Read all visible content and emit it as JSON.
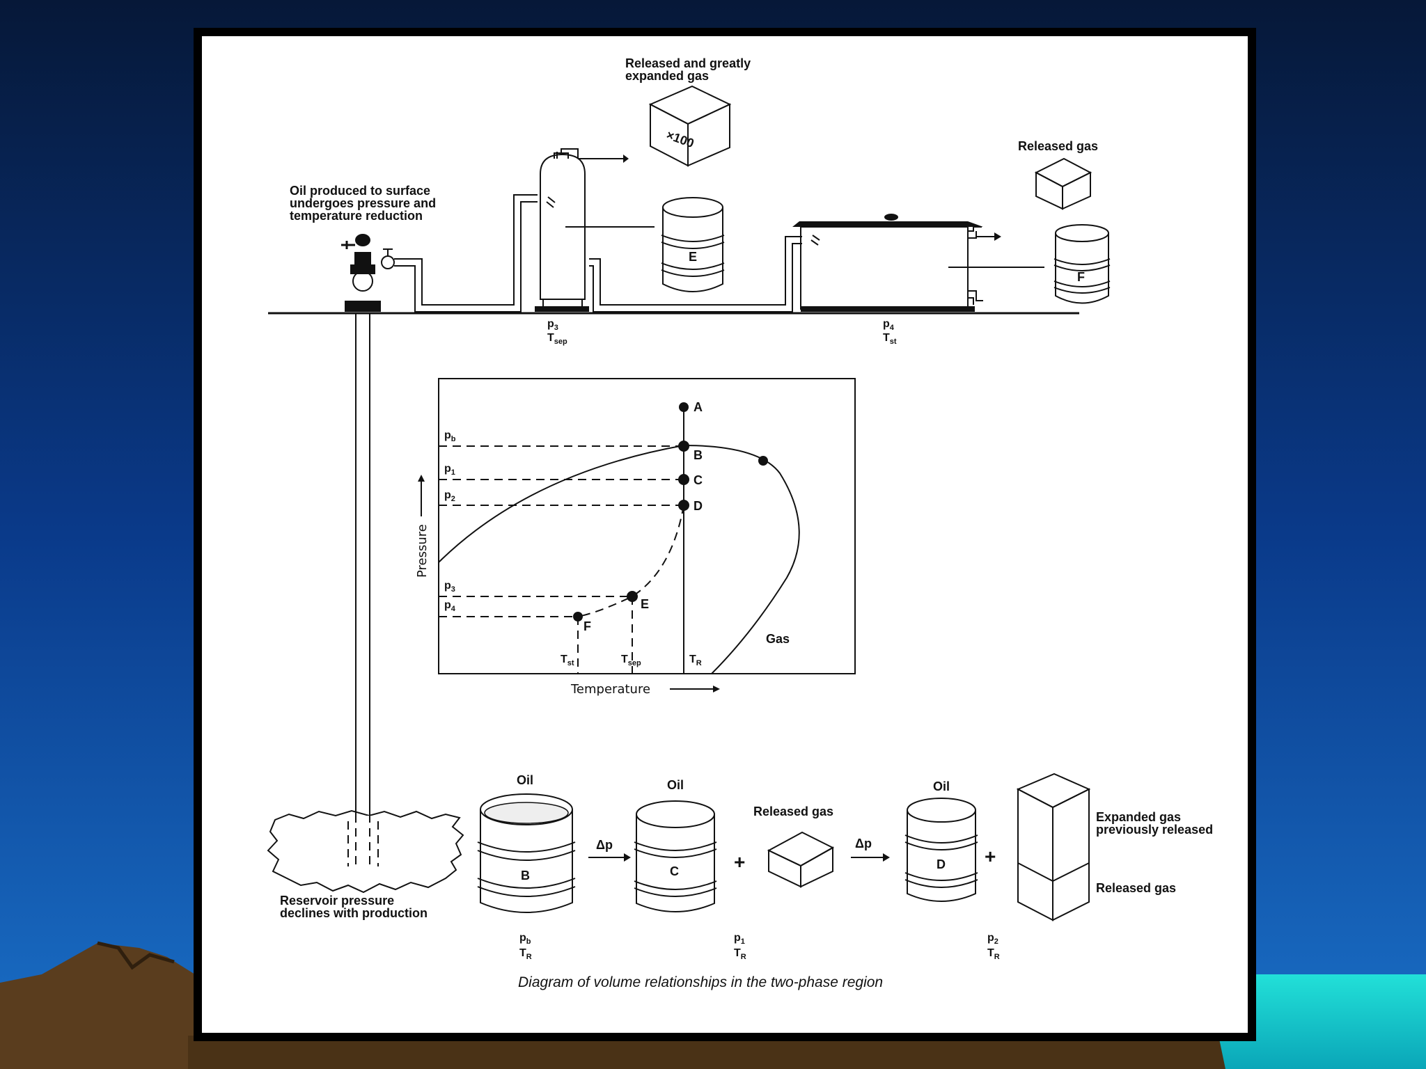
{
  "colors": {
    "background_top": "#061838",
    "background_mid": "#0a3a8a",
    "background_bottom": "#1a70c8",
    "teal_band": "#15c8cc",
    "mountain": "#5a3d1e",
    "slide_border": "#000000",
    "slide_fill": "#ffffff"
  },
  "surface": {
    "wellhead_label": [
      "Oil produced to surface",
      "undergoes pressure and",
      "temperature reduction"
    ],
    "expanded_gas_label": [
      "Released and greatly",
      "expanded gas"
    ],
    "expansion_factor": "×100",
    "released_gas_label": "Released gas",
    "drum_e": "E",
    "drum_f": "F",
    "separator_p": "p",
    "separator_p_sub": "3",
    "separator_t": "T",
    "separator_t_sub": "sep",
    "tank_p": "p",
    "tank_p_sub": "4",
    "tank_t": "T",
    "tank_t_sub": "st"
  },
  "phase_diagram": {
    "ylabel": "Pressure",
    "xlabel": "Temperature",
    "pressure_levels": [
      {
        "name": "p",
        "sub": "b"
      },
      {
        "name": "p",
        "sub": "1"
      },
      {
        "name": "p",
        "sub": "2"
      },
      {
        "name": "p",
        "sub": "3"
      },
      {
        "name": "p",
        "sub": "4"
      }
    ],
    "points": [
      "A",
      "B",
      "C",
      "D",
      "E",
      "F"
    ],
    "temps": [
      {
        "name": "T",
        "sub": "st"
      },
      {
        "name": "T",
        "sub": "sep"
      },
      {
        "name": "T",
        "sub": "R"
      }
    ],
    "region_label": "Gas"
  },
  "volumes": {
    "oil_label": "Oil",
    "drum_b": "B",
    "drum_c": "C",
    "drum_d": "D",
    "delta_p": "Δp",
    "plus": "+",
    "released_gas": "Released gas",
    "expanded_gas_label": [
      "Expanded gas",
      "previously released"
    ],
    "released_gas_lower": "Released gas",
    "conditions": [
      {
        "p": "p",
        "p_sub": "b",
        "t": "T",
        "t_sub": "R"
      },
      {
        "p": "p",
        "p_sub": "1",
        "t": "T",
        "t_sub": "R"
      },
      {
        "p": "p",
        "p_sub": "2",
        "t": "T",
        "t_sub": "R"
      }
    ]
  },
  "reservoir_label": [
    "Reservoir pressure",
    "declines with production"
  ],
  "caption": "Diagram of volume relationships in the two-phase region"
}
